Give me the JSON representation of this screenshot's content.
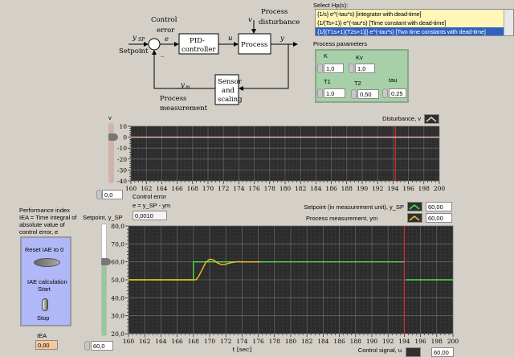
{
  "diagram": {
    "control_error": "Control",
    "control_error2": "error",
    "e": "e",
    "ysp": "y",
    "ysp_sub": "SP",
    "setpoint": "Setpoint",
    "minus": "_",
    "pid1": "PID-",
    "pid2": "controller",
    "u": "u",
    "process": "Process",
    "v": "v",
    "dist1": "Process",
    "dist2": "disturbance",
    "y": "y",
    "ym": "y",
    "ym_sub": "m",
    "sensor1": "Sensor",
    "sensor2": "and",
    "sensor3": "scaling",
    "meas1": "Process",
    "meas2": "measurement"
  },
  "select": {
    "label": "Select Hp(s):",
    "items": [
      "{1/s} e^(-tau*s) [integrator with dead-time]",
      "{1/(Ts+1)} e^(-tau*s) [Time constant with dead-time]",
      "{1/[(T1s+1)(T2s+1)]} e^(-tau*s) [Two time constants with dead-time]"
    ],
    "selected_index": 2
  },
  "params": {
    "label": "Process parameters",
    "K_label": "K",
    "K": "1,0",
    "Kv_label": "Kv",
    "Kv": "1,0",
    "T1_label": "T1",
    "T1": "1,0",
    "T2_label": "T2",
    "T2": "0,50",
    "tau_label": "tau",
    "tau": "0,25"
  },
  "disturbance": {
    "slider_label": "v",
    "slider_value": "0,0",
    "slider_level": 0,
    "legend": "Disturbance, v",
    "color": "#f0c8c0"
  },
  "control_error": {
    "label1": "Control error",
    "label2": "e = y_SP - ym",
    "value": "0,0010"
  },
  "setpoint": {
    "label": "Setpoint, y_SP",
    "value": "60,0",
    "slider_level": 60
  },
  "legend": {
    "sp_label": "Setpoint (in measurement unit), y_SP",
    "sp_value": "60,00",
    "sp_color": "#50e050",
    "ym_label": "Process measurement, ym",
    "ym_value": "60,00",
    "ym_color": "#f0c020",
    "u_label": "Control signal, u",
    "u_value": "60,00"
  },
  "perf": {
    "l1": "Performance index",
    "l2": "IEA = Time integral of",
    "l3": "absolute value of",
    "l4": "control error, e",
    "reset": "Reset IAE to 0",
    "calc1": "IAE calculation",
    "calc2": "Start",
    "stop": "Stop",
    "iea_label": "IEA",
    "iea_value": "0,00"
  },
  "chart_data": [
    {
      "type": "line",
      "xlabel": "",
      "ylabel": "",
      "xlim": [
        160,
        200
      ],
      "ylim": [
        -40,
        10
      ],
      "x_ticks": [
        160,
        162,
        164,
        166,
        168,
        170,
        172,
        174,
        176,
        178,
        180,
        182,
        184,
        186,
        188,
        190,
        192,
        194,
        196,
        198,
        200
      ],
      "y_ticks": [
        10,
        0,
        -10,
        -20,
        -30,
        -40
      ],
      "cursor_x": 194.3,
      "series": [
        {
          "name": "Disturbance, v",
          "x": [
            160,
            200
          ],
          "y": [
            0,
            0
          ]
        }
      ]
    },
    {
      "type": "line",
      "xlabel": "t [sec]",
      "ylabel": "",
      "xlim": [
        160,
        200
      ],
      "ylim": [
        20,
        80
      ],
      "x_ticks": [
        160,
        162,
        164,
        166,
        168,
        170,
        172,
        174,
        176,
        178,
        180,
        182,
        184,
        186,
        188,
        190,
        192,
        194,
        196,
        198,
        200
      ],
      "y_ticks": [
        "80,0",
        "70,0",
        "60,0",
        "50,0",
        "40,0",
        "30,0",
        "20,0"
      ],
      "cursor_x": 194,
      "series": [
        {
          "name": "Setpoint (in measurement unit), y_SP",
          "x": [
            160,
            168,
            168,
            194,
            194.05,
            194.15,
            200
          ],
          "y": [
            50,
            50,
            60,
            60,
            null,
            50,
            50
          ]
        },
        {
          "name": "Process measurement, ym",
          "x": [
            160,
            168.3,
            168.6,
            169,
            169.5,
            170,
            170.5,
            171,
            171.5,
            172,
            172.5,
            173,
            173.5,
            174,
            176.3
          ],
          "y": [
            50,
            50,
            51.5,
            55,
            59.5,
            61.5,
            61,
            59.3,
            58.5,
            58.7,
            59.4,
            59.8,
            60.1,
            60,
            60
          ]
        }
      ]
    }
  ]
}
